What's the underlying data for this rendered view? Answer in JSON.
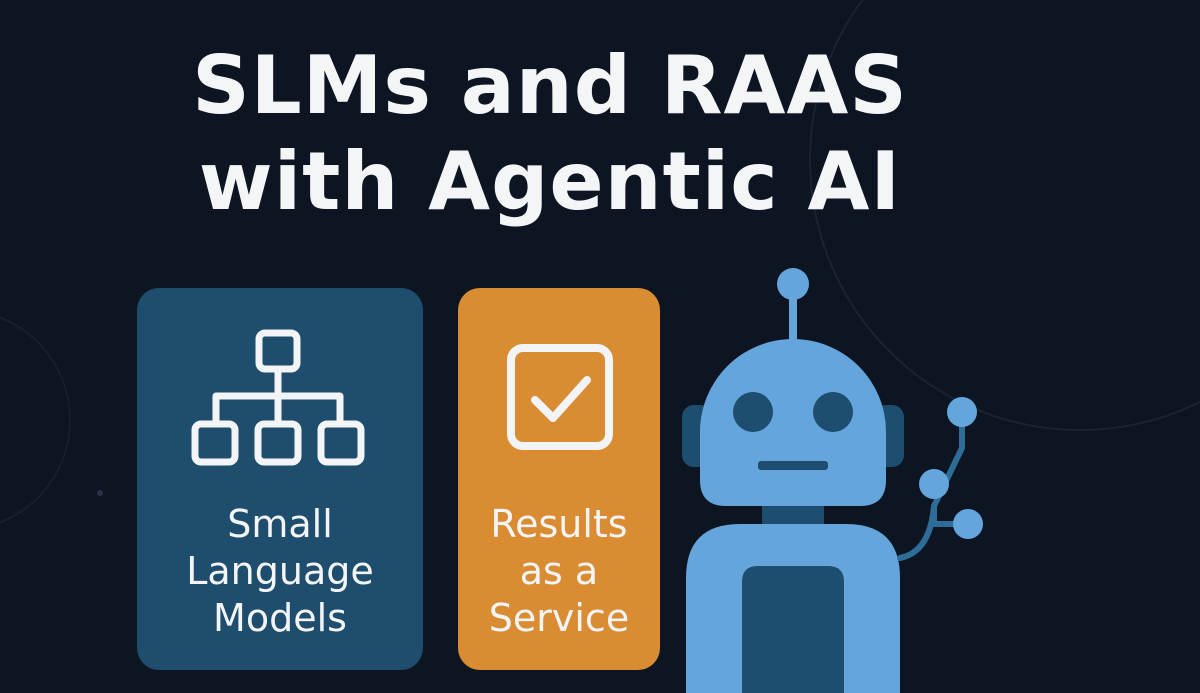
{
  "title": {
    "line1": "SLMs and RAAS",
    "line2": "with Agentic AI"
  },
  "cards": [
    {
      "icon": "hierarchy-icon",
      "lines": [
        "Small",
        "Language",
        "Models"
      ]
    },
    {
      "icon": "checkbox-icon",
      "lines": [
        "Results",
        "as a",
        "Service"
      ]
    }
  ],
  "illustration": {
    "icon": "robot-icon"
  },
  "colors": {
    "background": "#0e1522",
    "title": "#f4f5f7",
    "slm_card": "#1e4d6e",
    "raas_card": "#d98c32",
    "robot_body": "#64a6dc",
    "robot_dark": "#1d4d6f"
  }
}
